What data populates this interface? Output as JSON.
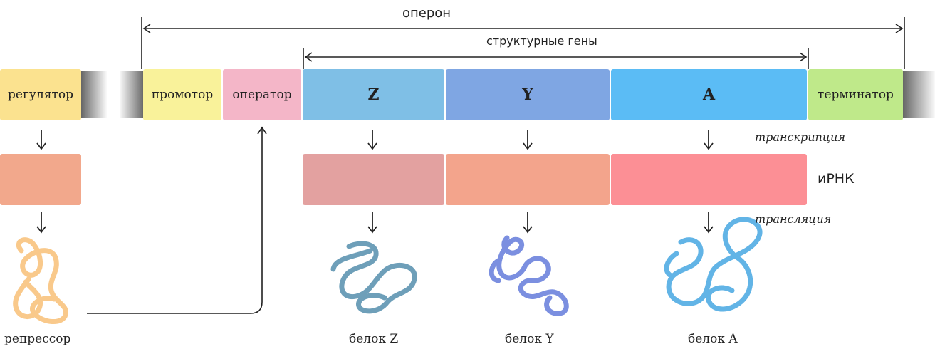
{
  "labels": {
    "operon": "оперон",
    "structural_genes": "структурные гены",
    "transcription": "транскрипция",
    "translation": "трансляция",
    "mrna": "иРНК",
    "repressor": "репрессор"
  },
  "dna": {
    "regulator": "регулятор",
    "promoter": "промотор",
    "operator": "оператор",
    "gene_z": "Z",
    "gene_y": "Y",
    "gene_a": "A",
    "terminator": "терминатор"
  },
  "proteins": {
    "z": "белок Z",
    "y": "белок Y",
    "a": "белок A"
  },
  "colors": {
    "regulator": "#fbe28f",
    "promoter": "#f9f29a",
    "operator": "#f4b6c8",
    "gene_z": "#7fbfe6",
    "gene_y": "#7fa6e3",
    "gene_a": "#5bbcf5",
    "terminator": "#bfe98a",
    "mrna_z": "#e3a1a0",
    "mrna_y": "#f3a48c",
    "mrna_a": "#fc8f95",
    "mrna_regulator": "#f2a88c",
    "repressor": "#f9c98b",
    "protein_z": "#6e9fb9",
    "protein_y": "#7b8fe0",
    "protein_a": "#62b4e6"
  }
}
